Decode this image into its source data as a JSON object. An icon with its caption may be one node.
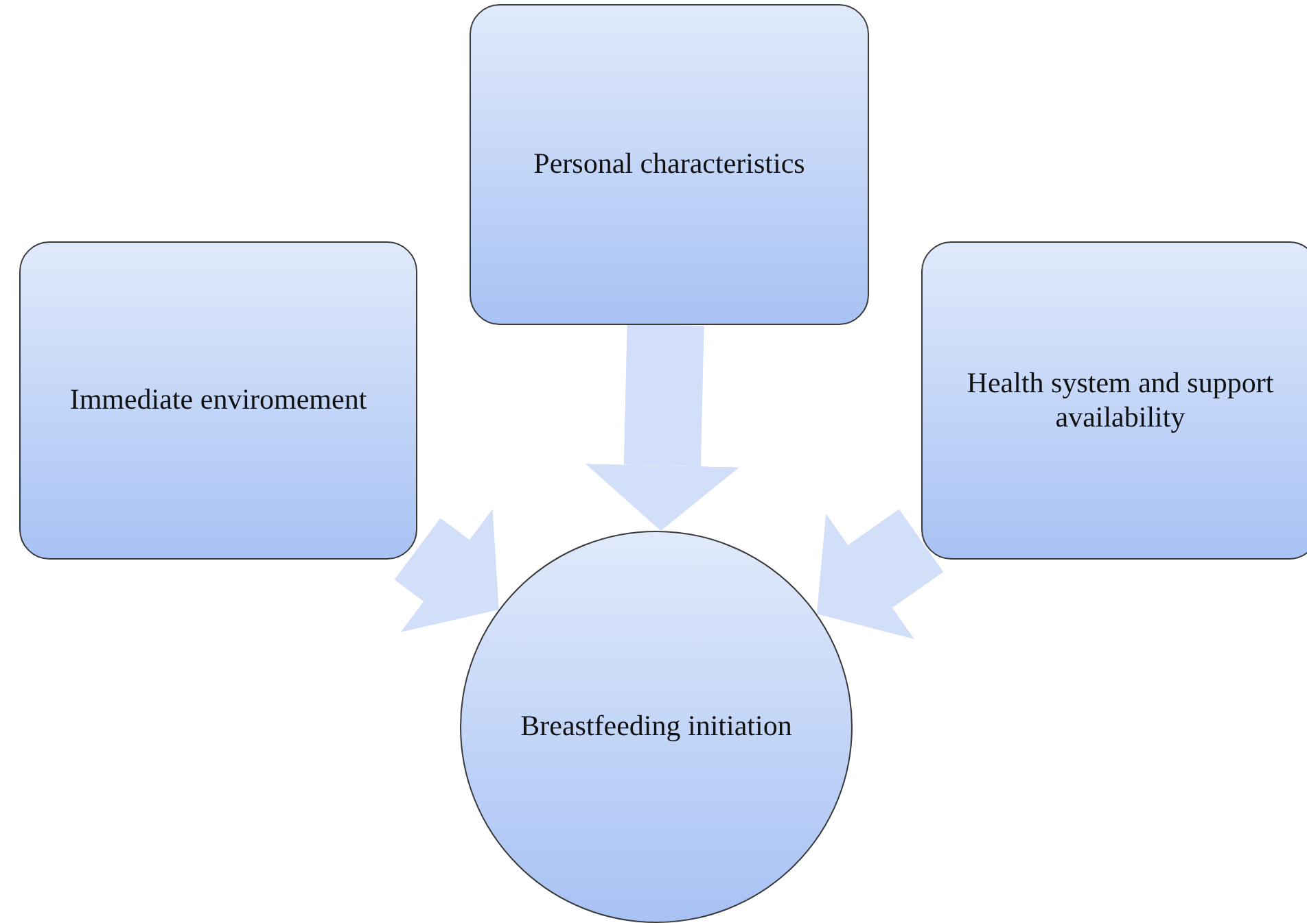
{
  "diagram": {
    "nodes": [
      {
        "text": [
          "Immediate enviromement"
        ]
      },
      {
        "text": [
          "Personal characteristics"
        ]
      },
      {
        "text": [
          "Health system and support availability"
        ]
      },
      {
        "text": [
          "Breastfeeding initiation"
        ]
      }
    ],
    "edges": [
      {
        "from": 0,
        "to": 3,
        "arrow": "to"
      },
      {
        "from": 1,
        "to": 3,
        "arrow": "to"
      },
      {
        "from": 2,
        "to": 3,
        "arrow": "to"
      }
    ]
  }
}
